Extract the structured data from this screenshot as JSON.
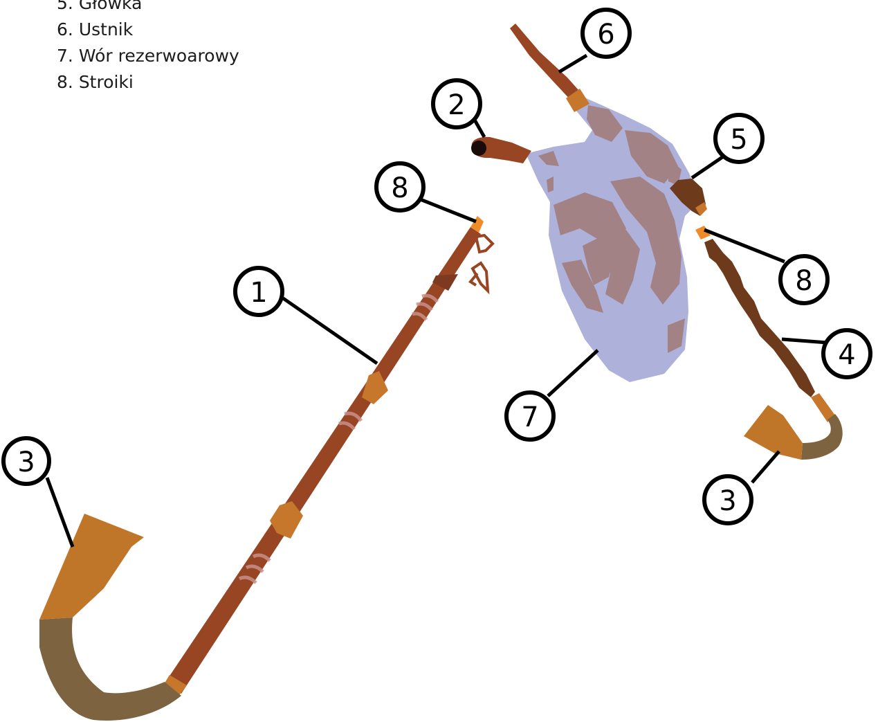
{
  "legend": {
    "items": [
      {
        "number": "5.",
        "label": "Główka"
      },
      {
        "number": "6.",
        "label": " Ustnik"
      },
      {
        "number": "7.",
        "label": "Wór rezerwoarowy"
      },
      {
        "number": "8.",
        "label": "Stroiki"
      }
    ]
  },
  "callouts": [
    "6",
    "2",
    "5",
    "8",
    "8",
    "1",
    "4",
    "7",
    "3",
    "3"
  ],
  "colors": {
    "wood": "#974523",
    "wood_dark": "#6e3a1c",
    "ferrule": "#c7772b",
    "bell": "#c07628",
    "horn": "#7d6340",
    "bag": "#aeb1da",
    "bag_patch": "#a38285",
    "reed": "#f08b2a",
    "line": "#000000"
  }
}
